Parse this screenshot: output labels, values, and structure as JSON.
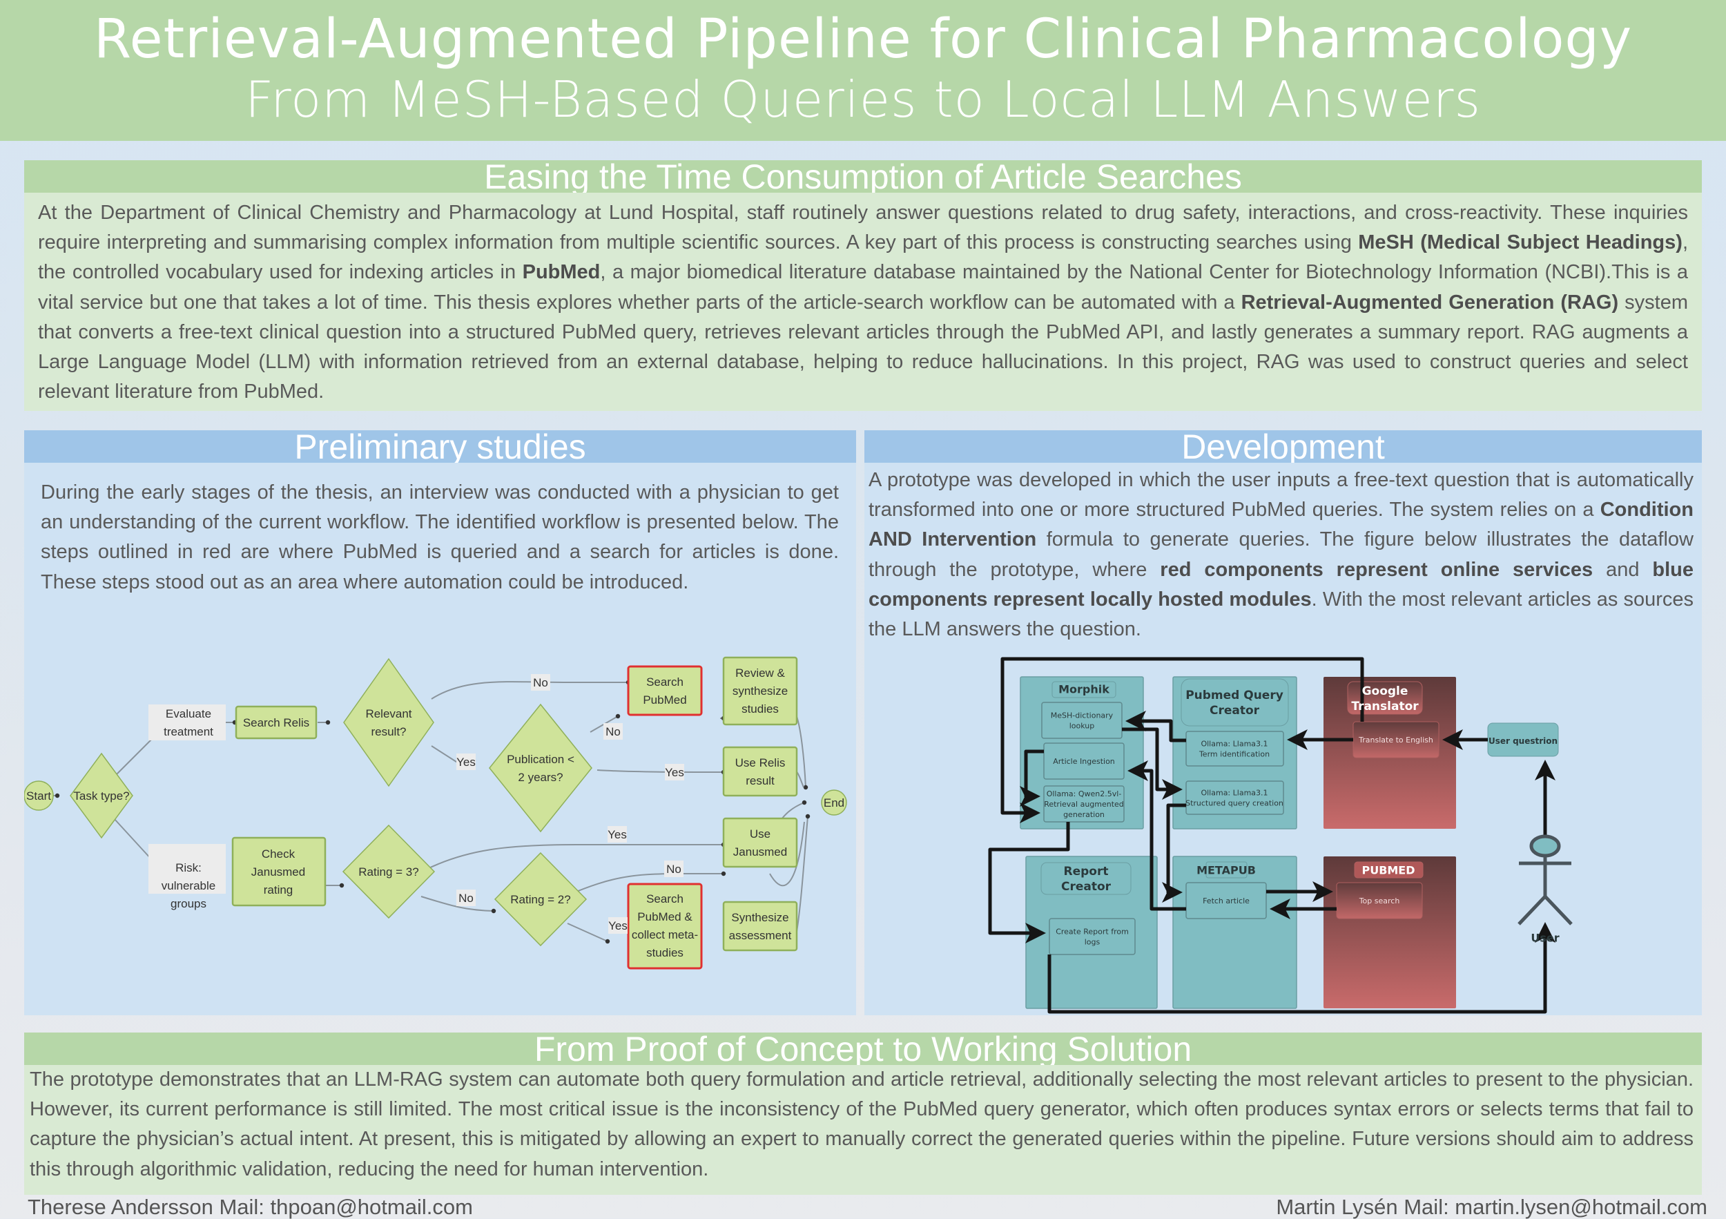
{
  "title": {
    "line1": "Retrieval-Augmented Pipeline for Clinical Pharmacology",
    "line2": "From MeSH-Based Queries to Local LLM Answers"
  },
  "intro": {
    "heading": "Easing the Time Consumption of Article Searches",
    "segments": [
      {
        "t": "At the Department of Clinical Chemistry and Pharmacology at Lund Hospital, staff routinely answer questions related to drug safety, interactions, and cross-reactivity. These inquiries require interpreting and summarising complex information from multiple scientific sources. A key part of this process is constructing searches using ",
        "b": false
      },
      {
        "t": "MeSH (Medical Subject Headings)",
        "b": true
      },
      {
        "t": ", the controlled vocabulary used for indexing articles in ",
        "b": false
      },
      {
        "t": "PubMed",
        "b": true
      },
      {
        "t": ", a major biomedical literature database maintained by the National Center for Biotechnology Information (NCBI).This is a vital service but one that takes a lot of time. This thesis explores whether parts of the article-search workflow can be automated with a ",
        "b": false
      },
      {
        "t": "Retrieval-Augmented Generation (RAG)",
        "b": true
      },
      {
        "t": " system that converts a free-text clinical question into a structured PubMed query, retrieves relevant articles through the PubMed API, and lastly generates a summary report. RAG augments a Large Language Model (LLM) with information retrieved from an external database, helping to reduce hallucinations. In this project, RAG was used to construct queries and select relevant literature from PubMed.",
        "b": false
      }
    ]
  },
  "prelim": {
    "heading": "Preliminary studies",
    "text": "During the early stages of the thesis, an interview was conducted with a physician to get an understanding of the current workflow. The identified workflow is presented below. The steps outlined in red are where PubMed is queried and a search for articles is done. These steps stood out as an area where automation could be introduced.",
    "flowchart": {
      "start": "Start",
      "end": "End",
      "task_type": "Task type?",
      "evaluate_treatment": [
        "Evaluate",
        "treatment"
      ],
      "risk_groups": [
        "Risk:",
        "vulnerable",
        "groups"
      ],
      "search_relis": "Search Relis",
      "relevant_result": [
        "Relevant",
        "result?"
      ],
      "publication": [
        "Publication <",
        "2 years?"
      ],
      "search_pubmed": [
        "Search",
        "PubMed"
      ],
      "review_synthesize": [
        "Review &",
        "synthesize",
        "studies"
      ],
      "use_relis": [
        "Use Relis",
        "result"
      ],
      "check_janusmed": [
        "Check",
        "Janusmed",
        "rating"
      ],
      "rating3": "Rating = 3?",
      "rating2": "Rating = 2?",
      "use_janusmed": [
        "Use",
        "Janusmed"
      ],
      "search_pubmed_meta": [
        "Search",
        "PubMed &",
        "collect meta-",
        "studies"
      ],
      "synthesize_assessment": [
        "Synthesize",
        "assessment"
      ],
      "yes": "Yes",
      "no": "No",
      "colors": {
        "node_fill": "#cfe39a",
        "node_stroke": "#8fb05a",
        "highlight_stroke": "#e03030"
      }
    }
  },
  "dev": {
    "heading": "Development",
    "segments": [
      {
        "t": "A prototype was developed in which the user inputs a free-text question that is automatically transformed into one or more structured PubMed queries. The system relies on a ",
        "b": false
      },
      {
        "t": "Condition AND Intervention",
        "b": true
      },
      {
        "t": " formula to generate queries. The figure below illustrates the dataflow through the prototype, where ",
        "b": false
      },
      {
        "t": "red components represent online services",
        "b": true
      },
      {
        "t": " and ",
        "b": false
      },
      {
        "t": "blue components represent locally hosted modules",
        "b": true
      },
      {
        "t": ". With the most relevant articles as sources the LLM answers the question.",
        "b": false
      }
    ],
    "dataflow": {
      "morphik": {
        "title": "Morphik",
        "mesh": [
          "MeSH-dictionary",
          "lookup"
        ],
        "ingest": "Article Ingestion",
        "qwen": [
          "Ollama: Qwen2.5vl-",
          "Retrieval augmented",
          "generation"
        ]
      },
      "query_creator": {
        "title": [
          "Pubmed Query",
          "Creator"
        ],
        "term": [
          "Ollama: Llama3.1",
          "Term identification"
        ],
        "structured": [
          "Ollama: Llama3.1",
          "Structured query creation"
        ]
      },
      "google": {
        "title": [
          "Google",
          "Translator"
        ],
        "translate": "Translate to English"
      },
      "user_question": "User questrion",
      "report": {
        "title": [
          "Report",
          "Creator"
        ],
        "create": [
          "Create Report from",
          "logs"
        ]
      },
      "metapub": {
        "title": "METAPUB",
        "fetch": "Fetch article"
      },
      "pubmed": {
        "title": "PUBMED",
        "top": "Top search"
      },
      "user": "User",
      "colors": {
        "local": "#80bdc2",
        "online_top": "#5e3a3a",
        "online_bottom": "#c96b6b",
        "arrow": "#151515"
      }
    }
  },
  "conclusion": {
    "heading": "From Proof of Concept to Working Solution",
    "text": "The prototype demonstrates that an LLM-RAG system can automate both query formulation and article retrieval, additionally selecting the most relevant articles to present to the physician. However, its current performance is still limited. The most critical issue is the inconsistency of the PubMed query generator, which often produces syntax errors or selects terms that fail to capture the physician’s actual intent. At present, this is mitigated by allowing an expert to manually correct the generated queries within the pipeline. Future versions should aim to address this through algorithmic validation, reducing the need for human intervention."
  },
  "footer": {
    "left": "Therese Andersson Mail: thpoan@hotmail.com",
    "right": "Martin Lysén Mail: martin.lysen@hotmail.com"
  }
}
